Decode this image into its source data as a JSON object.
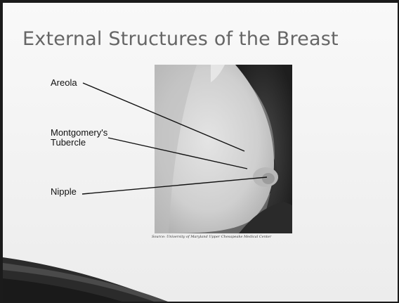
{
  "slide": {
    "title": "External Structures of the Breast",
    "labels": {
      "areola": "Areola",
      "montgomery": "Montgomery's Tubercle",
      "nipple": "Nipple"
    },
    "photo_caption": "Source: University of Maryland Upper Chesapeake Medical Center"
  },
  "colors": {
    "title": "#666666",
    "slide_background": "#f5f5f5",
    "swoosh": "#2b2b2b",
    "page_border": "#1b1b1b"
  },
  "icons": {
    "leader_lines": "leader-line",
    "decoration": "swoosh-decoration"
  }
}
